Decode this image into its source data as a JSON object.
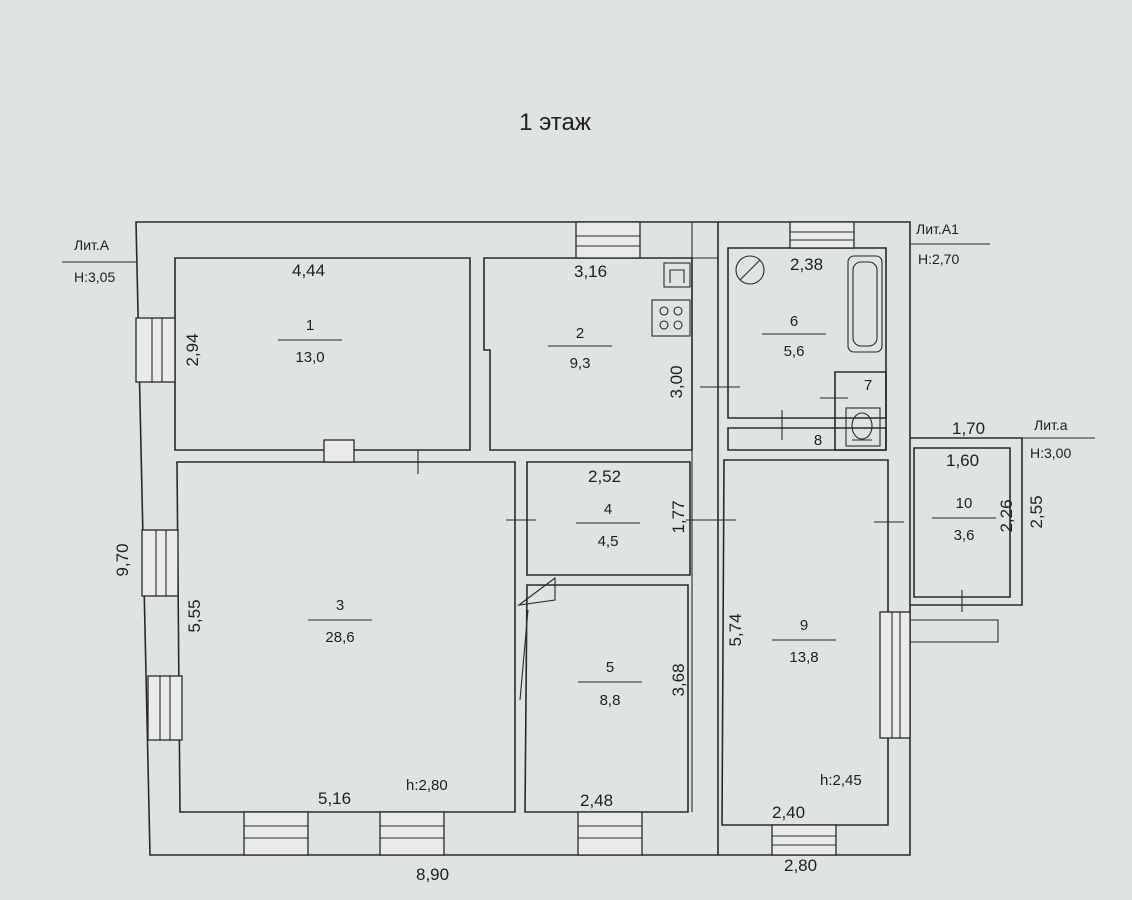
{
  "title": "1 этаж",
  "literals": [
    {
      "name": "Лит.А",
      "height": "Н:3,05"
    },
    {
      "name": "Лит.А1",
      "height": "Н:2,70"
    },
    {
      "name": "Лит.а",
      "height": "Н:3,00"
    }
  ],
  "rooms": [
    {
      "number": "1",
      "area": "13,0"
    },
    {
      "number": "2",
      "area": "9,3"
    },
    {
      "number": "3",
      "area": "28,6"
    },
    {
      "number": "4",
      "area": "4,5"
    },
    {
      "number": "5",
      "area": "8,8"
    },
    {
      "number": "6",
      "area": "5,6"
    },
    {
      "number": "7",
      "area": ""
    },
    {
      "number": "8",
      "area": ""
    },
    {
      "number": "9",
      "area": "13,8"
    },
    {
      "number": "10",
      "area": "3,6"
    }
  ],
  "dimensions": {
    "r1_width": "4,44",
    "r1_depth": "2,94",
    "r2_width": "3,16",
    "r2_depth": "3,00",
    "r6_width": "2,38",
    "r4_width": "2,52",
    "r4_depth": "1,77",
    "r3_depth": "5,55",
    "r3_width": "5,16",
    "r5_width": "2,48",
    "r5_depth": "3,68",
    "r9_depth": "5,74",
    "r9_width": "2,40",
    "r10_width_outer": "1,70",
    "r10_width_inner": "1,60",
    "r10_depth_inner": "2,26",
    "r10_depth_outer": "2,55",
    "total_depth": "9,70",
    "total_width_a": "8,90",
    "total_width_a1": "2,80"
  },
  "ceiling_heights": {
    "lit_a_rooms": "h:2,80",
    "lit_a1_rooms": "h:2,45"
  },
  "icons": [
    "stove-icon",
    "sink-icon",
    "bathtub-icon",
    "toilet-icon",
    "boiler-icon"
  ]
}
